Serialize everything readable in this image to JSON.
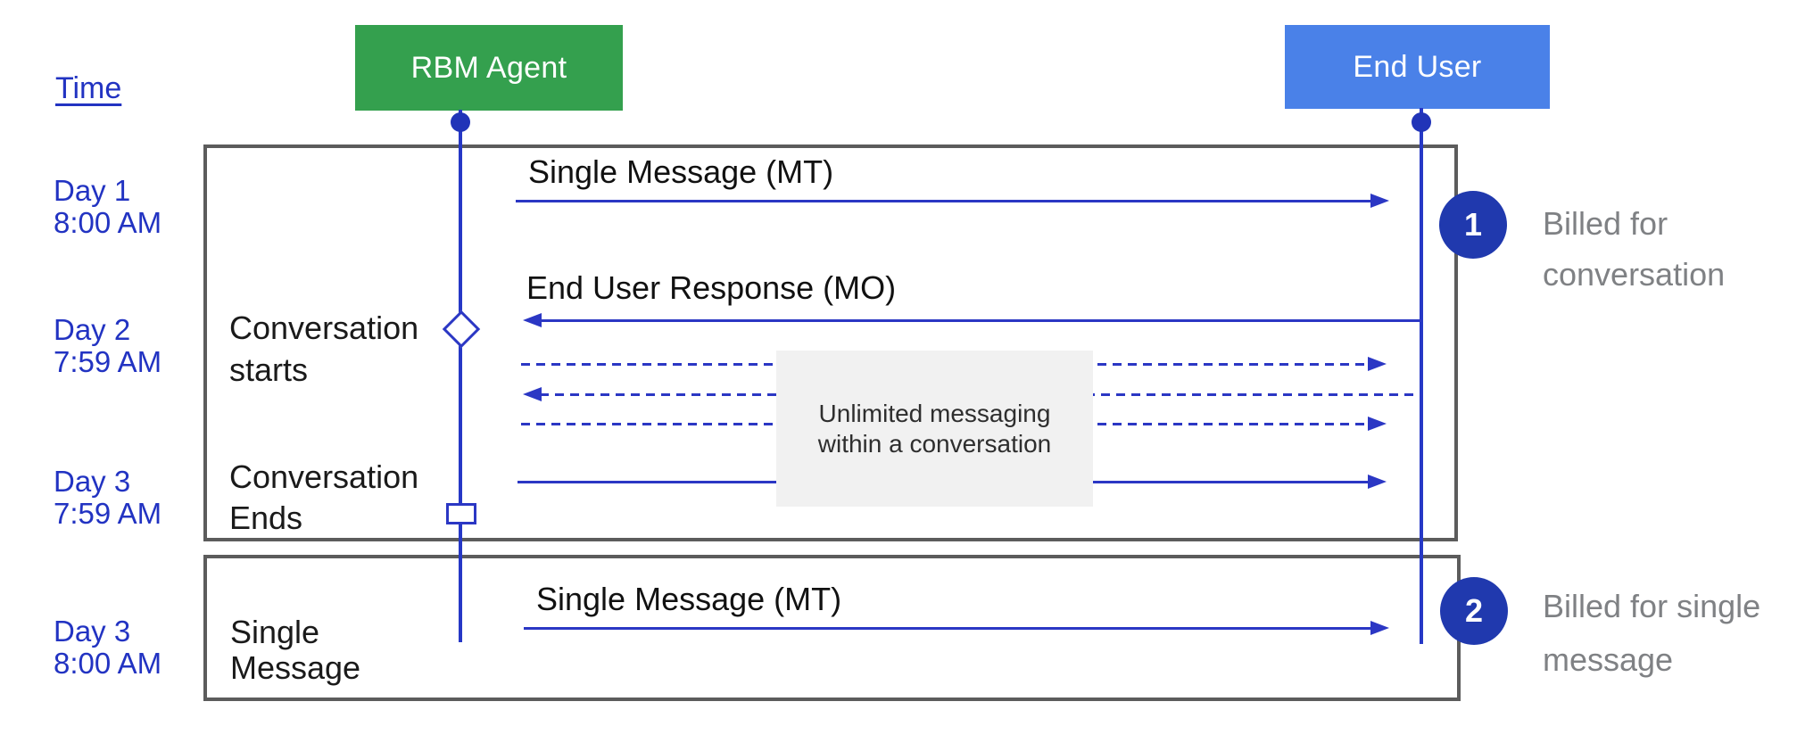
{
  "colors": {
    "agent_green": "#34A04E",
    "user_blue": "#4A81E8",
    "arrow_blue": "#2B37C4",
    "timeline_text_blue": "#2233C2",
    "marker_fill_blue": "#2039AE",
    "frame_border_gray": "#5C5C5C",
    "note_background": "#F1F1F1",
    "billing_text_gray": "#7F8184"
  },
  "time_label": "Time",
  "actors": {
    "agent": "RBM Agent",
    "user": "End User"
  },
  "timeline": [
    {
      "day": "Day 1",
      "time": "8:00 AM"
    },
    {
      "day": "Day 2",
      "time": "7:59 AM"
    },
    {
      "day": "Day 3",
      "time": "7:59 AM"
    },
    {
      "day": "Day 3",
      "time": "8:00 AM"
    }
  ],
  "lifecycle": {
    "starts": [
      "Conversation",
      "starts"
    ],
    "ends": [
      "Conversation",
      "Ends"
    ],
    "single": [
      "Single",
      "Message"
    ]
  },
  "messages": {
    "mt1": "Single Message (MT)",
    "mo": "End User Response (MO)",
    "mt2": "Single Message (MT)"
  },
  "note": [
    "Unlimited messaging",
    "within a conversation"
  ],
  "billing": [
    {
      "number": "1",
      "lines": [
        "Billed for",
        "conversation"
      ]
    },
    {
      "number": "2",
      "lines": [
        "Billed for single",
        "message"
      ]
    }
  ]
}
